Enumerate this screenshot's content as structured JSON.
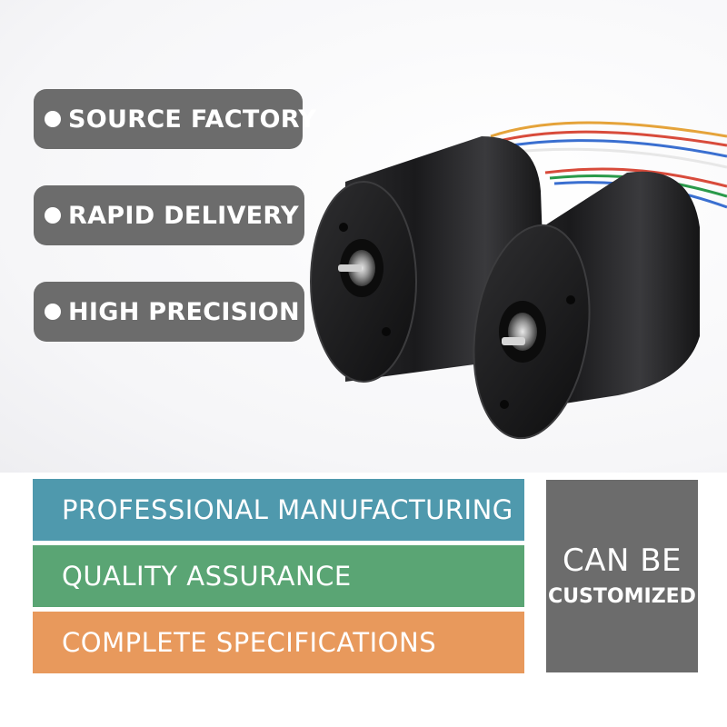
{
  "features": [
    {
      "label": "SOURCE FACTORY"
    },
    {
      "label": "RAPID DELIVERY"
    },
    {
      "label": "HIGH PRECISION"
    }
  ],
  "bands": [
    {
      "label": "PROFESSIONAL MANUFACTURING",
      "color": "#4f99ad"
    },
    {
      "label": "QUALITY ASSURANCE",
      "color": "#5aa574"
    },
    {
      "label": "COMPLETE SPECIFICATIONS",
      "color": "#e8995c"
    }
  ],
  "custom_box": {
    "line1": "CAN BE",
    "line2": "CUSTOMIZED",
    "color": "#6c6c6c"
  },
  "product_image": {
    "icon": "brushless-dc-motor-pair-illustration"
  }
}
